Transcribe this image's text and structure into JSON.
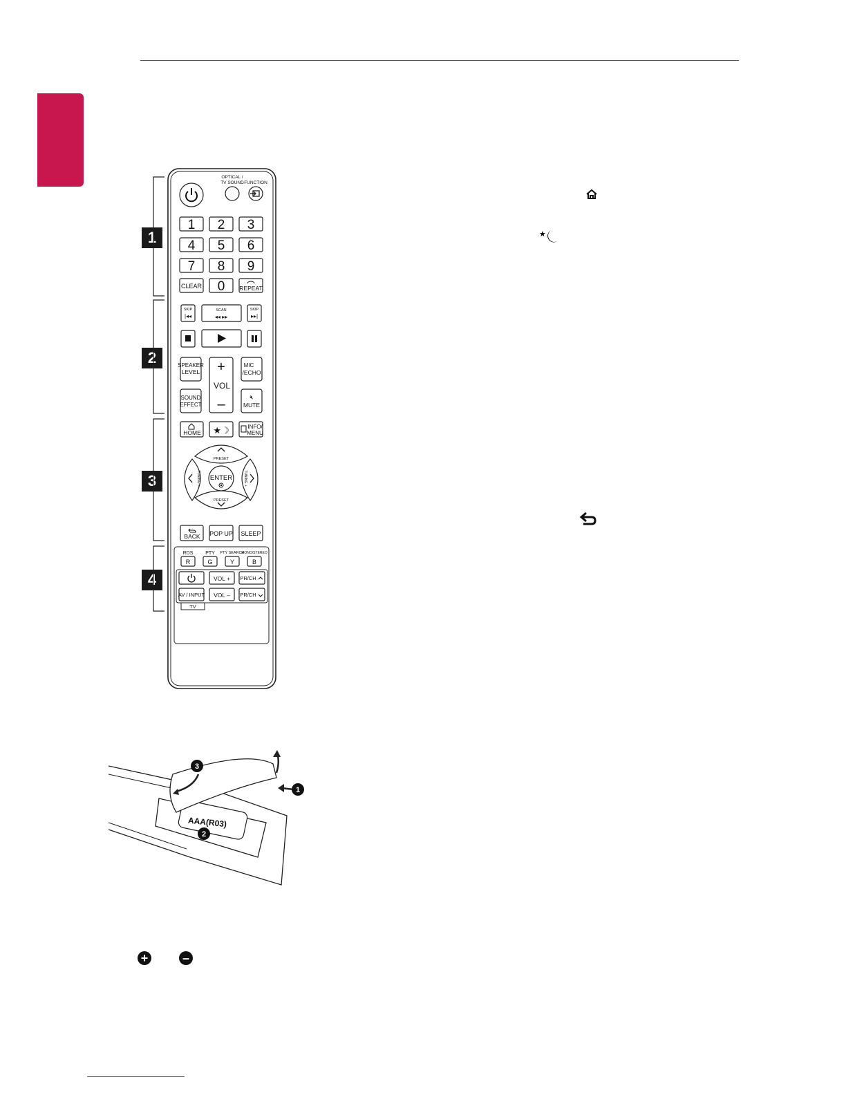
{
  "colors": {
    "accent": "#c8174f",
    "link_rule": "#3a5fd0"
  },
  "remote": {
    "section_callouts": [
      "1",
      "2",
      "3",
      "4"
    ],
    "top_labels": {
      "optical": "OPTICAL /",
      "tv_sound": "TV SOUND",
      "function": "FUNCTION"
    },
    "digits": [
      "1",
      "2",
      "3",
      "4",
      "5",
      "6",
      "7",
      "8",
      "9"
    ],
    "clear": "CLEAR",
    "zero": "0",
    "repeat": "REPEAT",
    "skip_back": "SKIP",
    "scan": "SCAN",
    "skip_fwd": "SKIP",
    "speaker": "SPEAKER",
    "level": "LEVEL",
    "vol_plus": "+",
    "vol": "VOL",
    "vol_minus": "–",
    "mic": "MIC",
    "echo": "/ECHO",
    "sound": "SOUND",
    "effect": "EFFECT",
    "mute": "MUTE",
    "home": "HOME",
    "info": "INFO/",
    "menu": "MENU",
    "preset_up": "PRESET",
    "preset_down": "PRESET",
    "tuning_left": "TUNING –",
    "tuning_right": "TUNING +",
    "enter": "ENTER",
    "back": "BACK",
    "popup": "POP UP",
    "sleep": "SLEEP",
    "color_labels": [
      "RDS",
      "PTY",
      "PTY SEARCH",
      "MONO/STEREO"
    ],
    "color_keys": [
      "R",
      "G",
      "Y",
      "B"
    ],
    "tv_vol_plus": "VOL +",
    "tv_prch_up": "PR/CH",
    "av_input": "AV / INPUT",
    "tv_vol_minus": "VOL –",
    "tv_prch_down": "PR/CH",
    "tv_label": "TV"
  },
  "battery": {
    "label": "AAA(R03)",
    "steps": [
      "1",
      "2",
      "3"
    ]
  },
  "polarity": {
    "plus": "+",
    "minus": "–"
  },
  "icons": [
    "home-icon",
    "sleep-moon-icon",
    "back-arrow-icon",
    "power-icon"
  ]
}
